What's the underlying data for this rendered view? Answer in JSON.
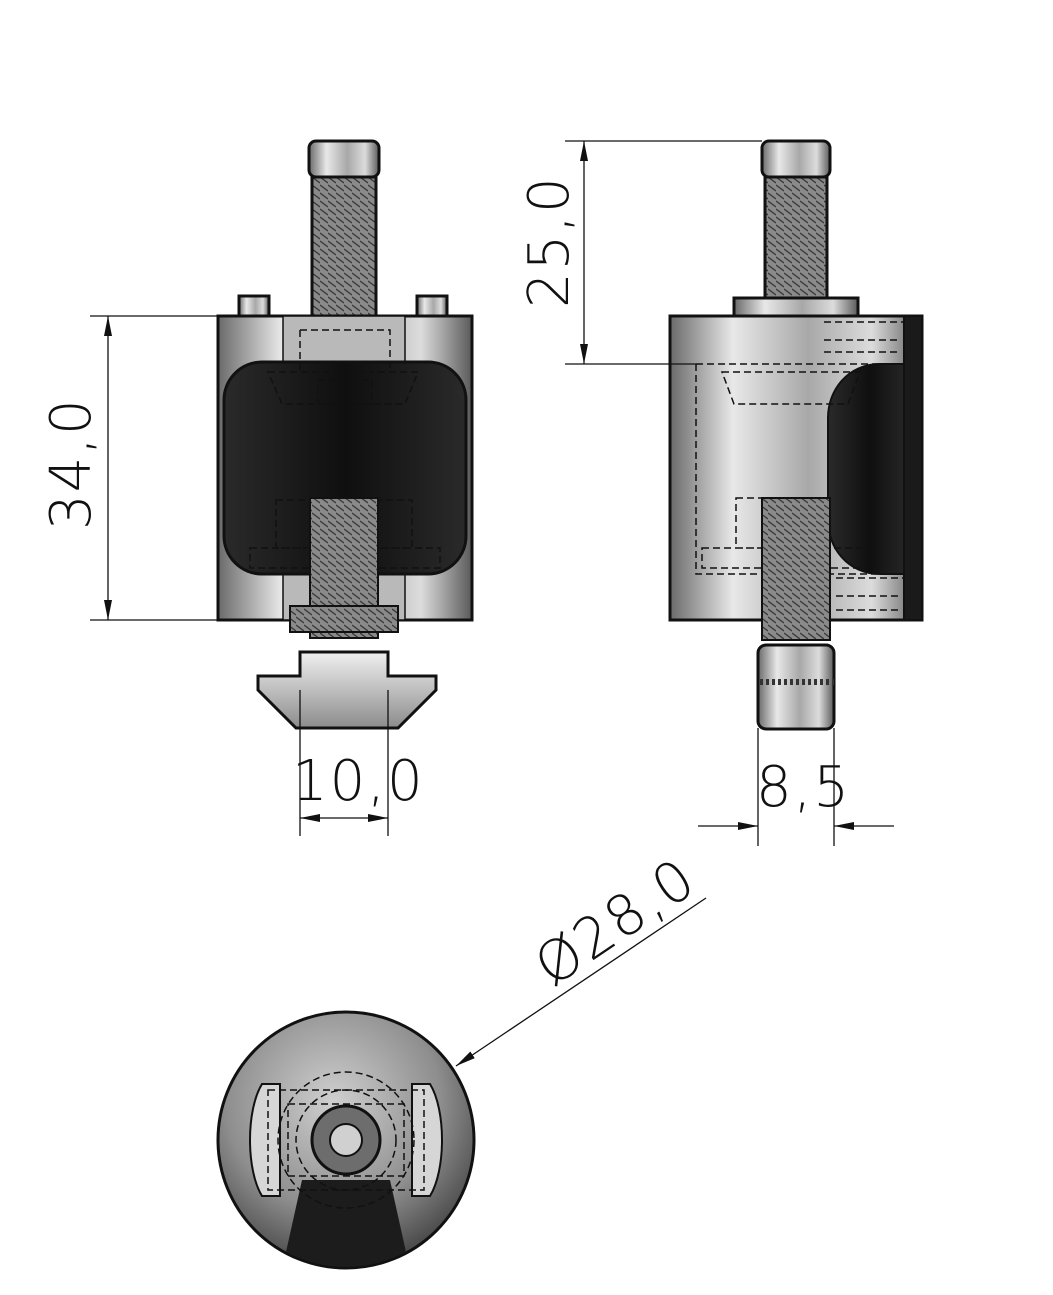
{
  "dimensions": {
    "front_height": "34,0",
    "side_shaft_length": "25,0",
    "front_nut_width": "10,0",
    "side_shaft_width": "8,5",
    "diameter": "Ø28,0"
  },
  "colors": {
    "line": "#111111",
    "metal_light": "#e2e2e2",
    "metal_mid": "#9a9a9a",
    "metal_dark": "#444444",
    "rubber": "#1d1d1d"
  }
}
